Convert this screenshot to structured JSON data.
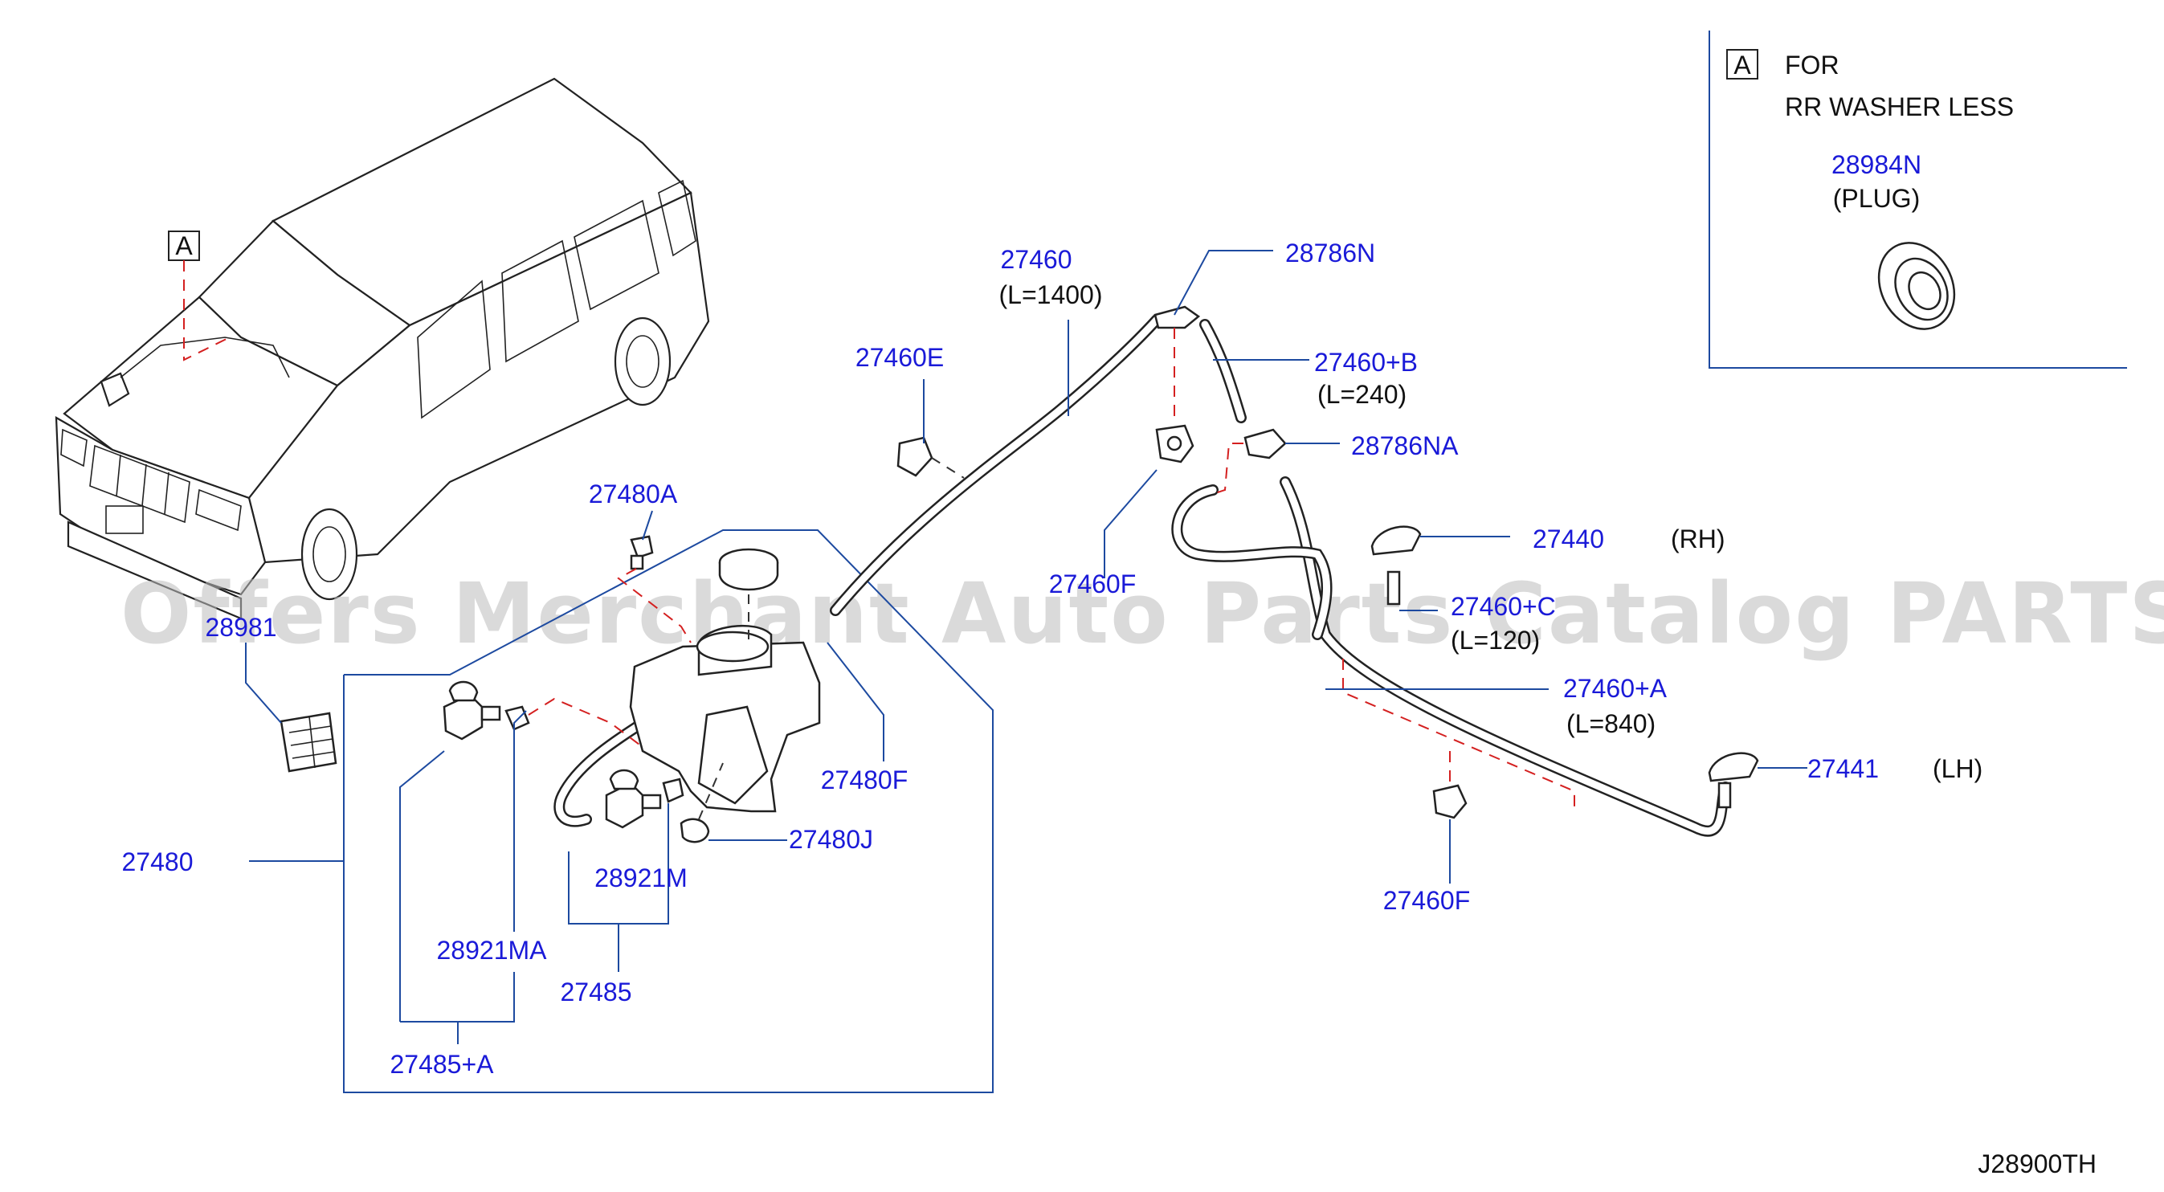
{
  "diagram": {
    "reference_code": "J28900TH",
    "watermark": "Offers Merchant Auto Parts Catalog PARTSTORE.SA",
    "inset": {
      "marker": "A",
      "line1": "FOR",
      "line2": "RR  WASHER  LESS",
      "part_number": "28984N",
      "part_name": "(PLUG)"
    },
    "vehicle_marker": "A",
    "labels": {
      "p27460": "27460",
      "p27460_len": "(L=1400)",
      "p28786N": "28786N",
      "p27460E": "27460E",
      "p27460B": "27460+B",
      "p27460B_len": "(L=240)",
      "p28786NA": "28786NA",
      "p27480A": "27480A",
      "p27460F_top": "27460F",
      "p27440": "27440",
      "p27440_side": "(RH)",
      "p28981": "28981",
      "p27460C": "27460+C",
      "p27460C_len": "(L=120)",
      "p27460A": "27460+A",
      "p27460A_len": "(L=840)",
      "p27480F": "27480F",
      "p27441": "27441",
      "p27441_side": "(LH)",
      "p27480J": "27480J",
      "p27480": "27480",
      "p28921M": "28921M",
      "p28921MA": "28921MA",
      "p27485": "27485",
      "p27485A": "27485+A",
      "p27460F_bottom": "27460F"
    }
  }
}
